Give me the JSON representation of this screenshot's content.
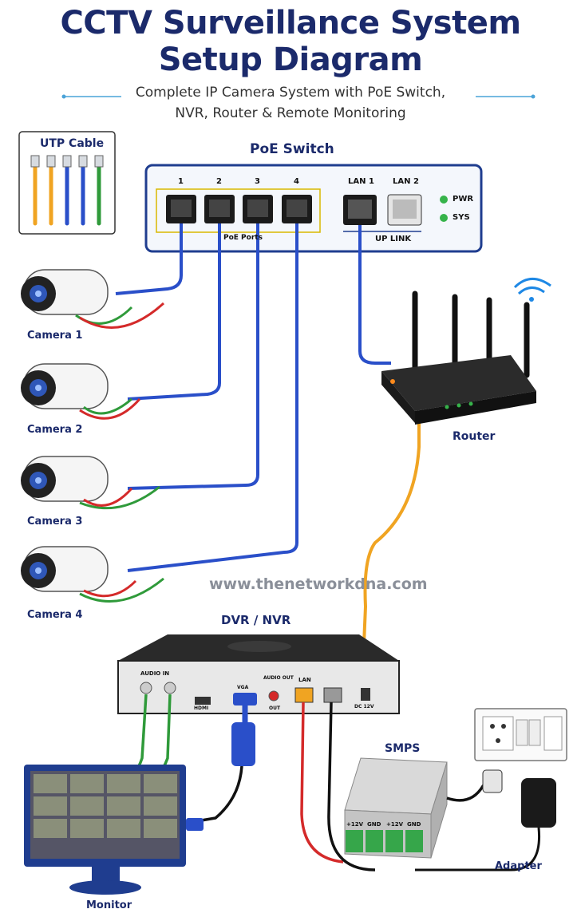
{
  "header": {
    "title_line1": "CCTV Surveillance System",
    "title_line2": "Setup Diagram",
    "subtitle_line1": "Complete IP Camera System with PoE Switch,",
    "subtitle_line2": "NVR, Router & Remote Monitoring"
  },
  "utp": {
    "label": "UTP Cable"
  },
  "switch": {
    "label": "PoE Switch",
    "ports": [
      "1",
      "2",
      "3",
      "4"
    ],
    "lan_ports": [
      "LAN 1",
      "LAN 2"
    ],
    "poe_ports_label": "PoE Ports",
    "uplink_label": "UP LINK",
    "pwr_label": "PWR",
    "sys_label": "SYS"
  },
  "cameras": [
    "Camera 1",
    "Camera 2",
    "Camera 3",
    "Camera 4"
  ],
  "router": {
    "label": "Router"
  },
  "watermark": "www.thenetworkdna.com",
  "nvr": {
    "label": "DVR / NVR",
    "audio_in": "AUDIO IN",
    "hdmi": "HDMI",
    "vga": "VGA",
    "audio_out": "AUDIO OUT",
    "out": "OUT",
    "lan": "LAN",
    "dc": "DC 12V"
  },
  "smps": {
    "label": "SMPS",
    "terminals": [
      "+12V",
      "GND",
      "+12V",
      "GND"
    ]
  },
  "monitor": {
    "label": "Monitor"
  },
  "adapter": {
    "label": "Adapter"
  },
  "colors": {
    "title": "#1b2a6b",
    "cable_blue": "#2a4fc9",
    "cable_orange": "#f0a422",
    "cable_green": "#2f9a3a",
    "cable_red": "#d42a2a",
    "led_green": "#36b34a"
  }
}
